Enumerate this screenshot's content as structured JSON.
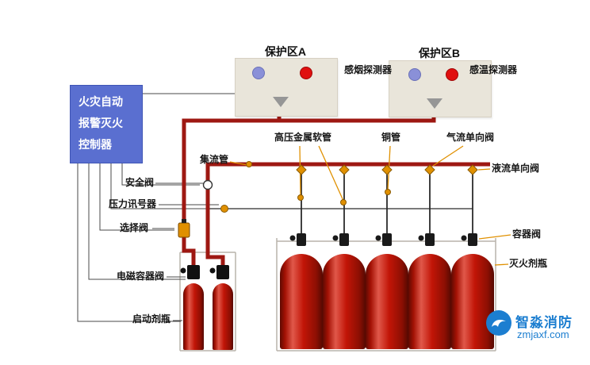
{
  "controller": {
    "line1": "火灾自动",
    "line2": "报警灭火",
    "line3": "控制器"
  },
  "zones": {
    "a_label": "保护区A",
    "b_label": "保护区B"
  },
  "detector_labels": {
    "smoke": "感烟探测器",
    "heat": "感温探测器"
  },
  "pipe_labels": {
    "manifold": "集流管",
    "flex_hose": "高压金属软管",
    "copper_pipe": "铜管",
    "gas_check_valve": "气流单向阀",
    "liquid_check_valve": "液流单向阀"
  },
  "left_labels": {
    "safety_valve": "安全阀",
    "pressure_signal": "压力讯号器",
    "selector_valve": "选择阀",
    "solenoid_container_valve": "电磁容器阀",
    "starter_bottle": "启动剂瓶"
  },
  "right_labels": {
    "container_valve": "容器阀",
    "agent_bottle": "灭火剂瓶"
  },
  "watermark": {
    "brand": "智淼消防",
    "site": "zmjaxf.com"
  },
  "colors": {
    "pipe_red": "#9e1812",
    "leader_orange": "#e09000",
    "controller_blue": "#5a6fd0",
    "zone_bg": "#e9e5da",
    "brand_blue": "#1c7ed0",
    "detector_smoke": "#8a90d8",
    "detector_heat": "#e01010",
    "cylinder_red": "#c21507"
  }
}
